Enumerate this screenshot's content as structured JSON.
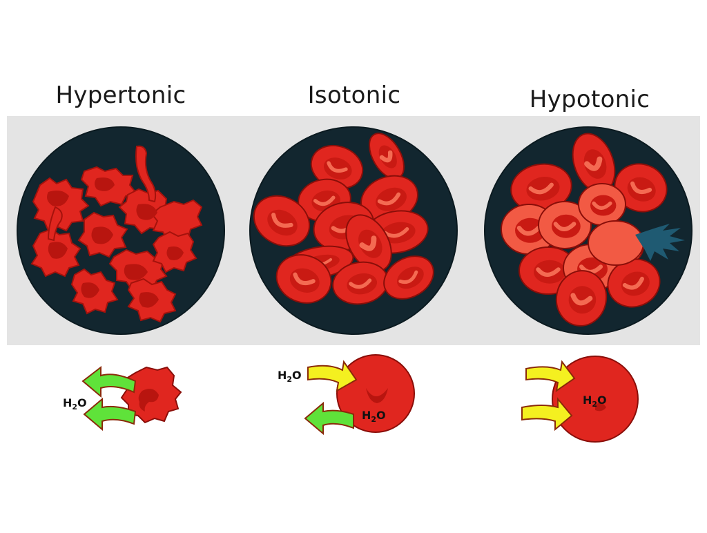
{
  "panels": [
    {
      "title": "Hypertonic"
    },
    {
      "title": "Isotonic"
    },
    {
      "title": "Hypotonic"
    }
  ],
  "water_label": {
    "h": "H",
    "sub": "2",
    "o": "O"
  },
  "colors": {
    "band": "#e4e4e4",
    "plasma": "#12262f",
    "cell": "#e0261f",
    "cell_light": "#f25a44",
    "cell_dark": "#b8150f",
    "outline": "#8a0e09",
    "arrow_out": "#5fe23a",
    "arrow_in": "#f4f020",
    "burst": "#1f5a72"
  }
}
